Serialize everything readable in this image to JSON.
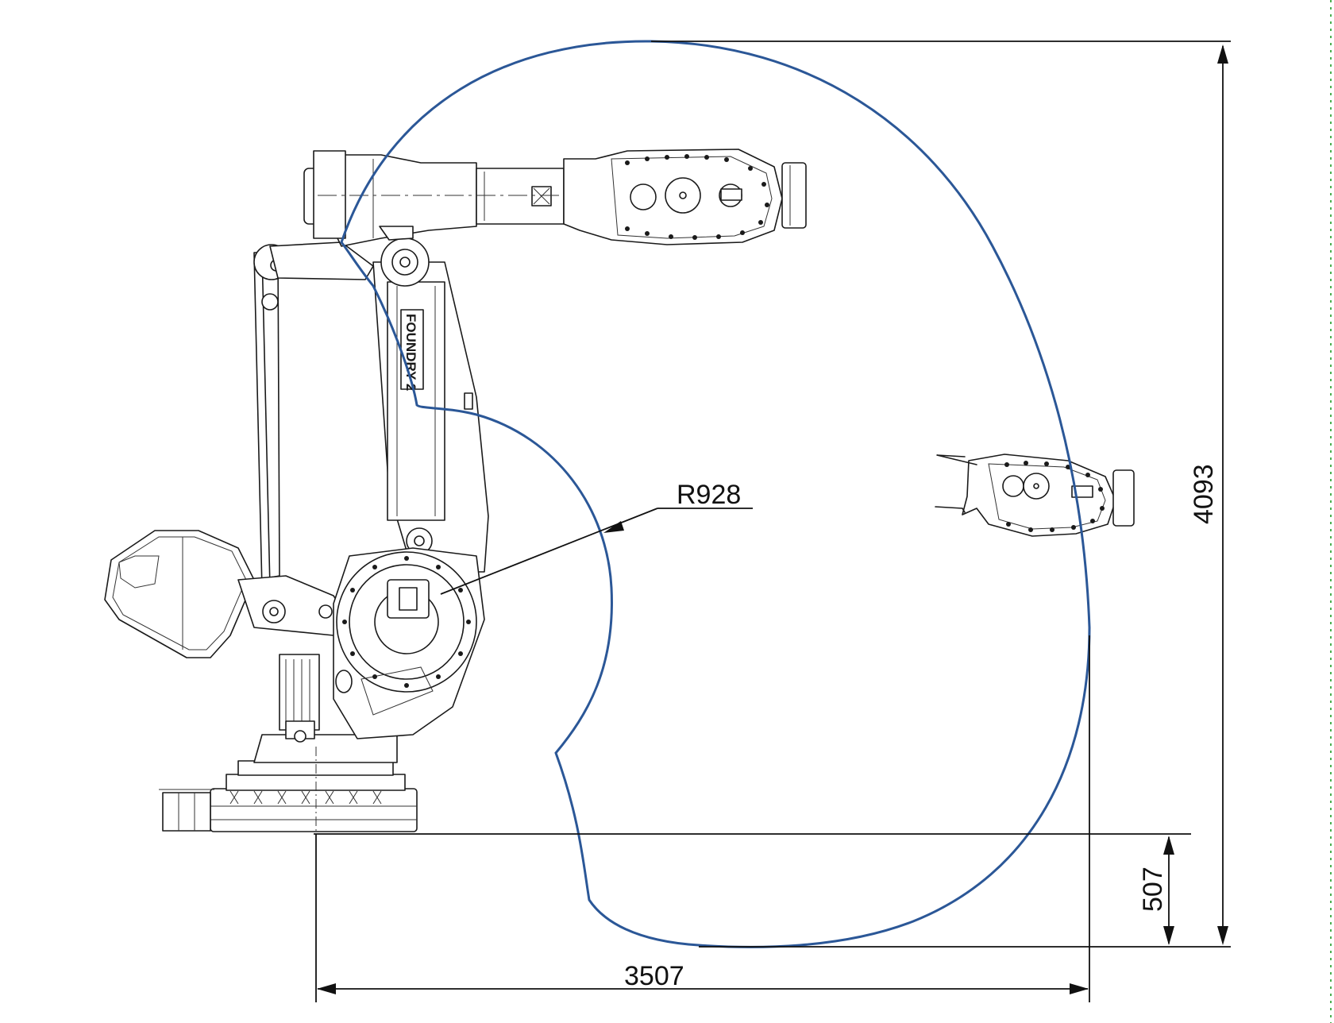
{
  "diagram": {
    "colors": {
      "envelope": "#2b5797",
      "robot_line": "#1a1a1a",
      "edge_marker": "#4caf50"
    },
    "labels": {
      "radius": "R928",
      "total_height": "4093",
      "below_base": "507",
      "horizontal_reach": "3507"
    },
    "robot_branding": {
      "arm_text": "FOUNDRY 2"
    }
  }
}
